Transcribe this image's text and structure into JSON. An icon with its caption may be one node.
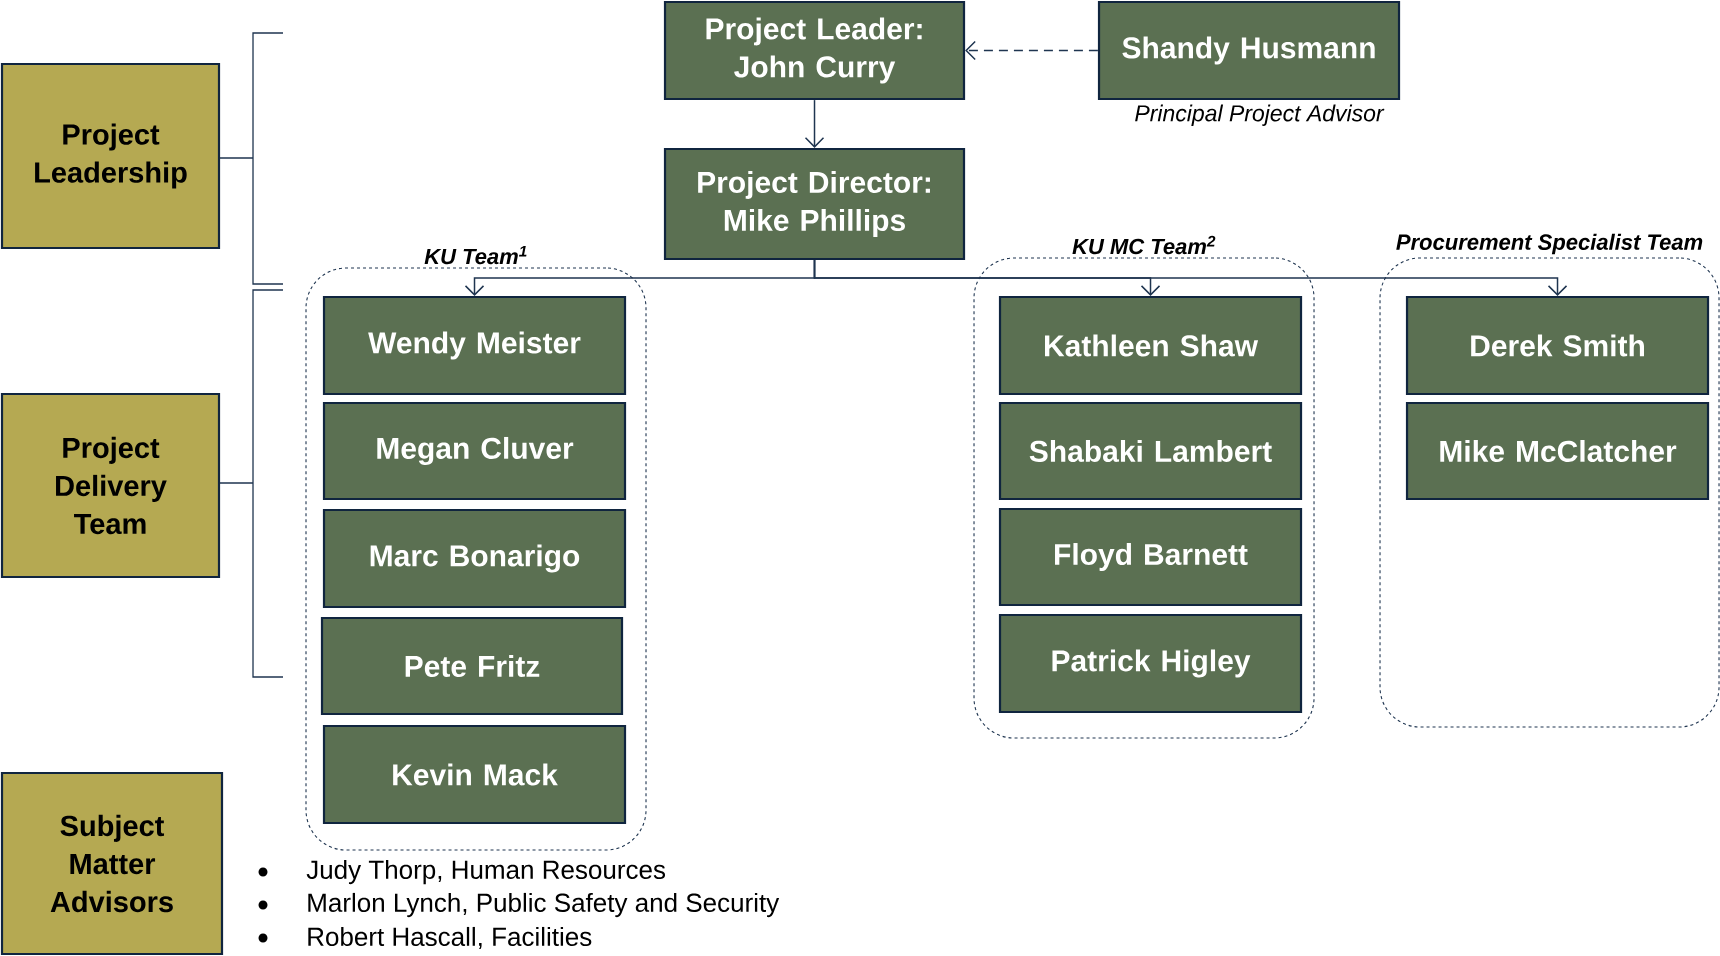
{
  "diagram": {
    "nodes": [
      {
        "text": [
          "Project Leadership"
        ]
      },
      {
        "text": [
          "Project Leader: John Curry"
        ]
      },
      {
        "text": [
          "Shandy Husmann"
        ],
        "beside": [
          "Principal Project Advisor"
        ]
      },
      {
        "text": [
          "Project Director: Mike Phillips"
        ]
      },
      {
        "text": [
          "Project Delivery Team"
        ]
      },
      {
        "text": [
          "KU Team$^{1}$"
        ]
      },
      {
        "text": [
          "Wendy Meister"
        ],
        "in": 5
      },
      {
        "text": [
          "Megan Cluver"
        ],
        "in": 5
      },
      {
        "text": [
          "Marc Bonarigo"
        ],
        "in": 5
      },
      {
        "text": [
          "Pete Fritz"
        ],
        "in": 5
      },
      {
        "text": [
          "Kevin Mack"
        ],
        "in": 5
      },
      {
        "text": [
          "KU MC Team$^{2}$"
        ]
      },
      {
        "text": [
          "Kathleen Shaw"
        ],
        "in": 11
      },
      {
        "text": [
          "Shabaki Lambert"
        ],
        "in": 11
      },
      {
        "text": [
          "Floyd Barnett"
        ],
        "in": 11
      },
      {
        "text": [
          "Patrick Higley"
        ],
        "in": 11
      },
      {
        "text": [
          "Procurement Specialist Team"
        ]
      },
      {
        "text": [
          "Derek Smith"
        ],
        "in": 16
      },
      {
        "text": [
          "Mike McClatcher"
        ],
        "in": 16
      },
      {
        "text": [
          "Subject Matter Advisors"
        ]
      }
    ],
    "edges": [
      {
        "from": 2,
        "to": 1,
        "arrow": "to",
        "style": "dashed"
      },
      {
        "from": 1,
        "to": 3,
        "arrow": "to"
      },
      {
        "from": 3,
        "to": 6,
        "arrow": "to"
      },
      {
        "from": 3,
        "to": 12,
        "arrow": "to"
      },
      {
        "from": 3,
        "to": 17,
        "arrow": "to"
      }
    ],
    "labels": [
      "Judy Thorp, Human Resources",
      "Marlon Lynch, Public Safety and Security",
      "Robert Hascall, Facilities"
    ]
  }
}
